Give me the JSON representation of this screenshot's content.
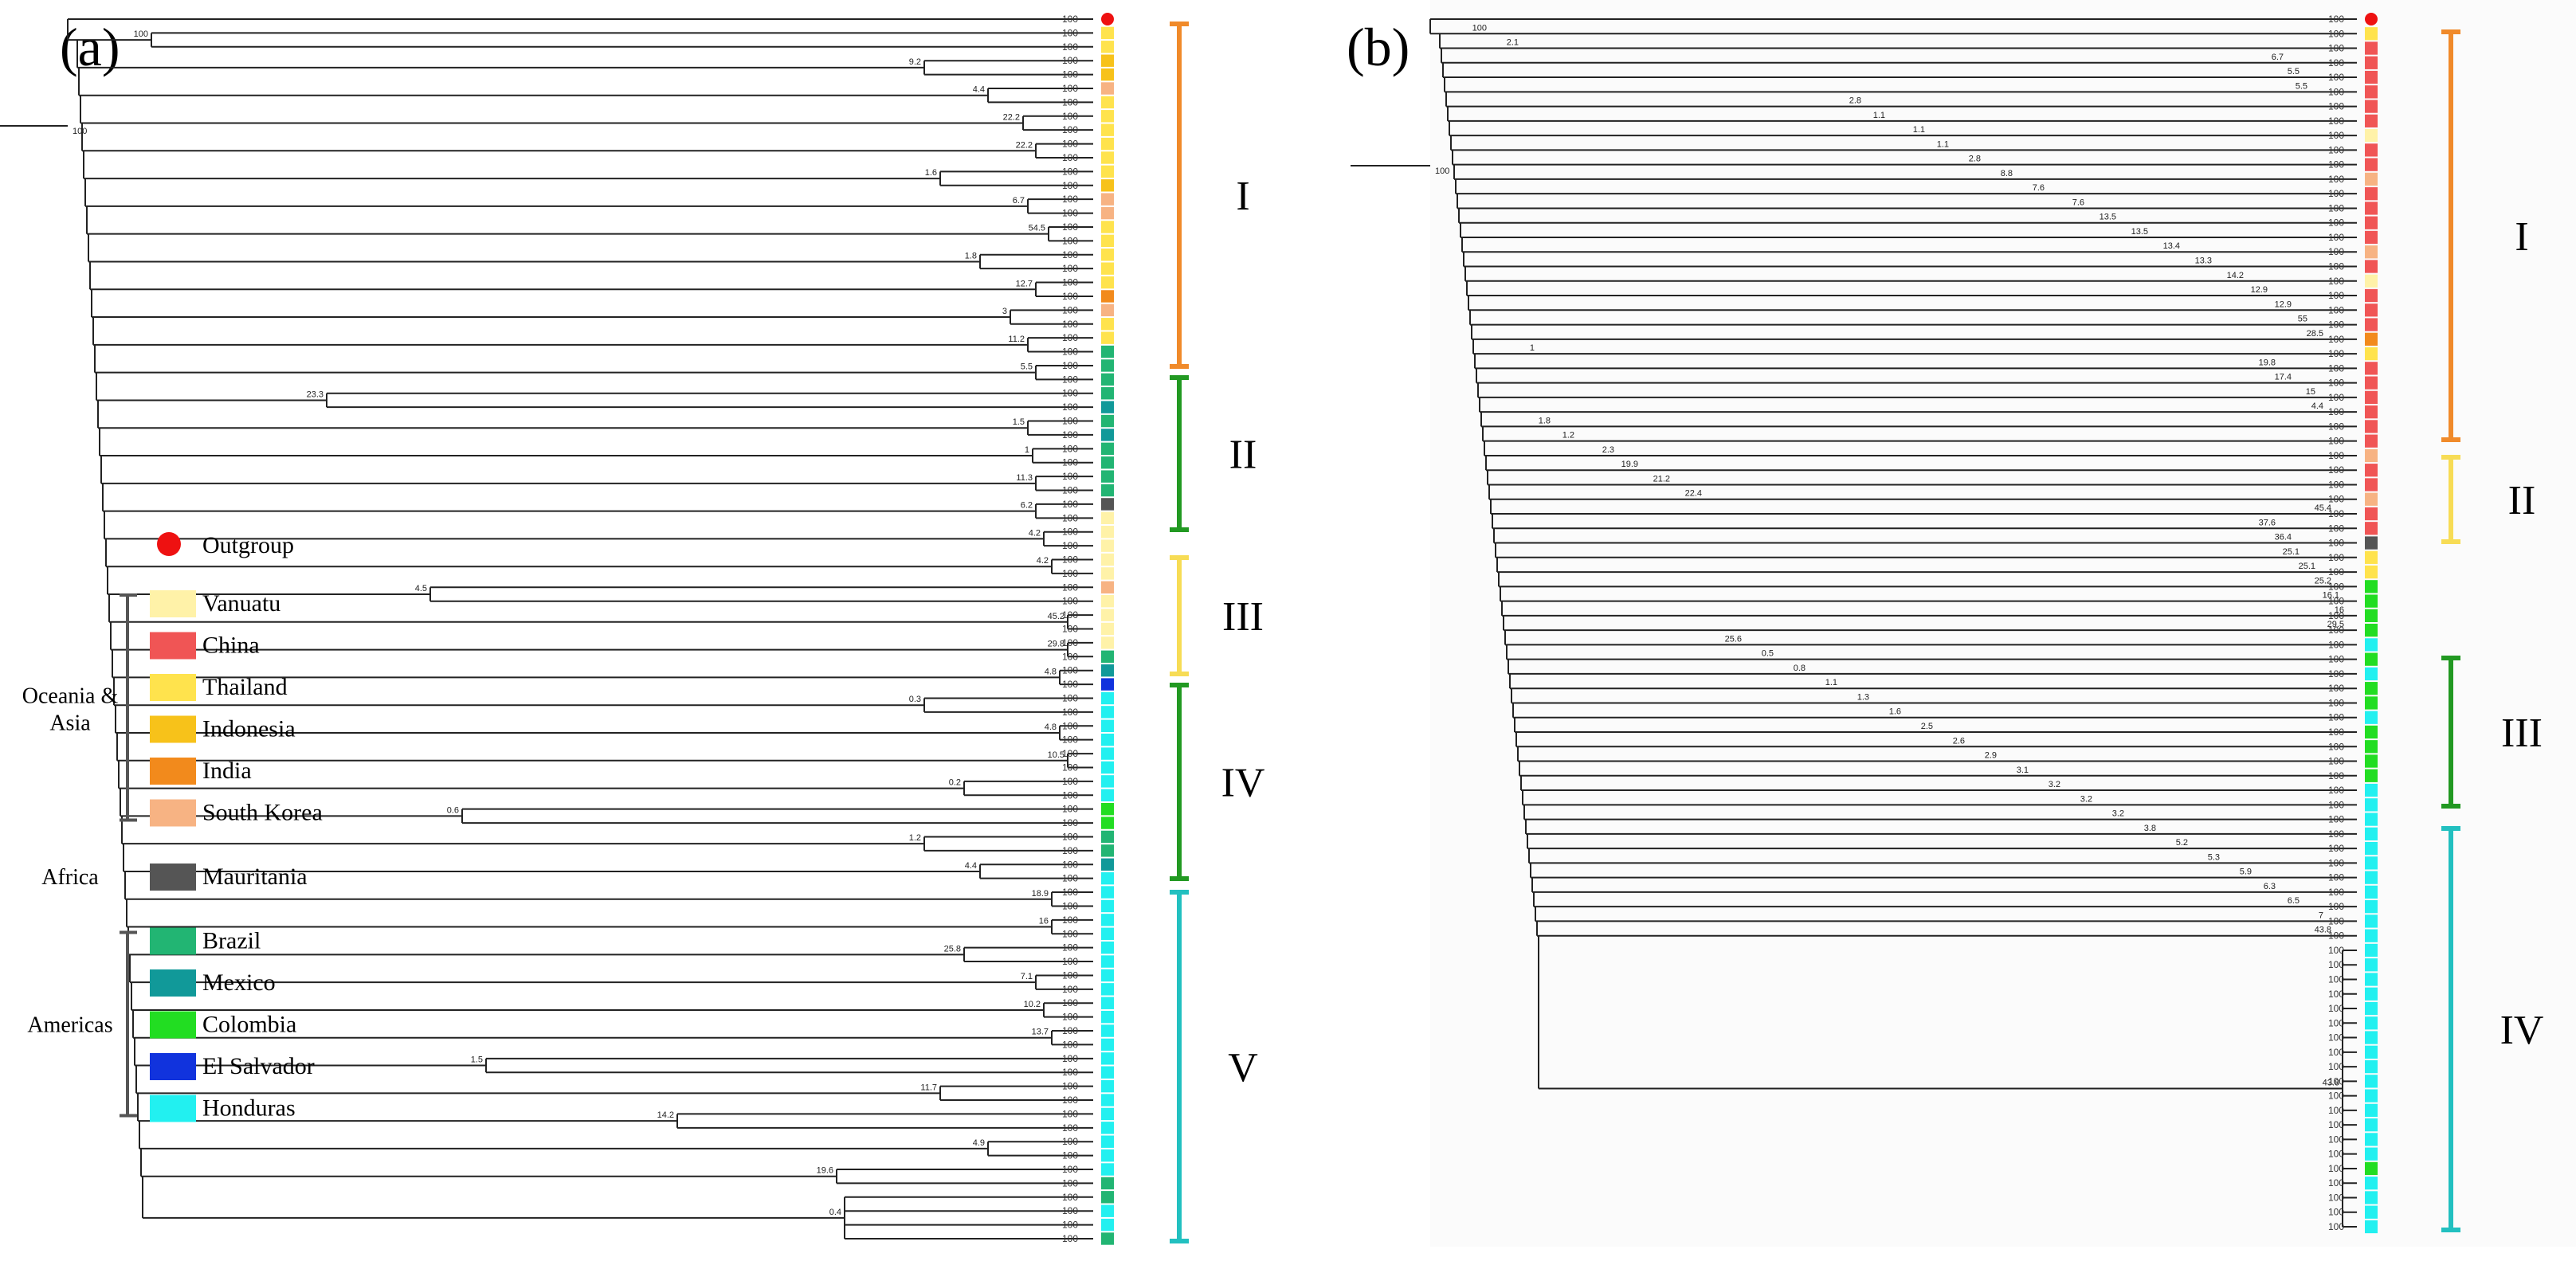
{
  "figure": {
    "panel_a_label": "(a)",
    "panel_b_label": "(b)"
  },
  "legend": {
    "outgroup": {
      "label": "Outgroup",
      "color": "#ee1111"
    },
    "groups": [
      {
        "name": "Oceania &",
        "name2": "Asia",
        "entries": [
          {
            "label": "Vanuatu",
            "color": "#fff2a8"
          },
          {
            "label": "China",
            "color": "#f05555"
          },
          {
            "label": "Thailand",
            "color": "#ffe34d"
          },
          {
            "label": "Indonesia",
            "color": "#f7c21a"
          },
          {
            "label": "India",
            "color": "#f28a1c"
          },
          {
            "label": "South Korea",
            "color": "#f7b383"
          }
        ]
      },
      {
        "name": "Africa",
        "name2": "",
        "entries": [
          {
            "label": "Mauritania",
            "color": "#555555"
          }
        ]
      },
      {
        "name": "Americas",
        "name2": "",
        "entries": [
          {
            "label": "Brazil",
            "color": "#22b573"
          },
          {
            "label": "Mexico",
            "color": "#119999"
          },
          {
            "label": "Colombia",
            "color": "#22dd22"
          },
          {
            "label": "El Salvador",
            "color": "#1133dd"
          },
          {
            "label": "Honduras",
            "color": "#22f0f0"
          }
        ]
      }
    ]
  },
  "tree_a": {
    "tip_label": "100",
    "clades": [
      {
        "label": "I",
        "color": "#f08a2a"
      },
      {
        "label": "II",
        "color": "#229922"
      },
      {
        "label": "III",
        "color": "#f7dc55"
      },
      {
        "label": "IV",
        "color": "#229922"
      },
      {
        "label": "V",
        "color": "#22c0c0"
      }
    ],
    "tip_colors": [
      "outgroup",
      "Thailand",
      "Thailand",
      "Indonesia",
      "Indonesia",
      "South Korea",
      "Thailand",
      "Thailand",
      "Thailand",
      "Thailand",
      "Thailand",
      "Thailand",
      "Indonesia",
      "South Korea",
      "South Korea",
      "Thailand",
      "Thailand",
      "Thailand",
      "Thailand",
      "Thailand",
      "India",
      "South Korea",
      "Thailand",
      "Thailand",
      "Brazil",
      "Brazil",
      "Brazil",
      "Brazil",
      "Mexico",
      "Brazil",
      "Mexico",
      "Brazil",
      "Brazil",
      "Brazil",
      "Brazil",
      "Mauritania",
      "Vanuatu",
      "Vanuatu",
      "Vanuatu",
      "Vanuatu",
      "Vanuatu",
      "South Korea",
      "Vanuatu",
      "Vanuatu",
      "Vanuatu",
      "Vanuatu",
      "Brazil",
      "Mexico",
      "El Salvador",
      "Honduras",
      "Honduras",
      "Honduras",
      "Honduras",
      "Honduras",
      "Honduras",
      "Honduras",
      "Honduras",
      "Colombia",
      "Colombia",
      "Brazil",
      "Brazil",
      "Mexico",
      "Honduras",
      "Honduras",
      "Honduras",
      "Honduras",
      "Honduras",
      "Honduras",
      "Honduras",
      "Honduras",
      "Honduras",
      "Honduras",
      "Honduras",
      "Honduras",
      "Honduras",
      "Honduras",
      "Honduras",
      "Honduras",
      "Honduras",
      "Honduras",
      "Honduras",
      "Honduras",
      "Honduras",
      "Honduras",
      "Brazil",
      "Brazil",
      "Honduras",
      "Honduras",
      "Brazil"
    ],
    "node_labels": [
      "100",
      "9.2",
      "4.4",
      "22.2",
      "22.2",
      "1.6",
      "6.7",
      "54.5",
      "1.8",
      "12.7",
      "3",
      "11.2",
      "5.5",
      "23.3",
      "1.5",
      "1",
      "11.3",
      "6.2",
      "4.2",
      "4.2",
      "4.5",
      "45.2",
      "29.8",
      "4.8",
      "0.3",
      "4.8",
      "10.5",
      "0.2",
      "0.6",
      "1.2",
      "4.4",
      "18.9",
      "16",
      "25.8",
      "7.1",
      "10.2",
      "13.7",
      "1.5",
      "11.7",
      "14.2",
      "4.9",
      "19.6",
      "0.4"
    ]
  },
  "tree_b": {
    "tip_label": "100",
    "clades": [
      {
        "label": "I",
        "color": "#f08a2a"
      },
      {
        "label": "II",
        "color": "#f7dc55"
      },
      {
        "label": "III",
        "color": "#229922"
      },
      {
        "label": "IV",
        "color": "#22c0c0"
      }
    ],
    "tip_colors": [
      "outgroup",
      "Thailand",
      "China",
      "China",
      "China",
      "China",
      "China",
      "China",
      "Vanuatu",
      "China",
      "China",
      "South Korea",
      "China",
      "China",
      "China",
      "China",
      "South Korea",
      "China",
      "Vanuatu",
      "China",
      "China",
      "China",
      "India",
      "Thailand",
      "China",
      "China",
      "China",
      "China",
      "China",
      "China",
      "South Korea",
      "China",
      "China",
      "South Korea",
      "China",
      "China",
      "Mauritania",
      "Thailand",
      "Thailand",
      "Colombia",
      "Colombia",
      "Colombia",
      "Colombia",
      "Honduras",
      "Colombia",
      "Honduras",
      "Colombia",
      "Colombia",
      "Honduras",
      "Colombia",
      "Colombia",
      "Colombia",
      "Colombia",
      "Honduras",
      "Honduras",
      "Honduras",
      "Honduras",
      "Honduras",
      "Honduras",
      "Honduras",
      "Honduras",
      "Honduras",
      "Honduras",
      "Honduras",
      "Honduras",
      "Honduras",
      "Honduras",
      "Honduras",
      "Honduras",
      "Honduras",
      "Honduras",
      "Honduras",
      "Honduras",
      "Honduras",
      "Honduras",
      "Honduras",
      "Honduras",
      "Honduras",
      "Honduras",
      "Colombia",
      "Honduras",
      "Honduras",
      "Honduras",
      "Honduras"
    ],
    "node_labels": [
      "100",
      "2.1",
      "6.7",
      "5.5",
      "5.5",
      "2.8",
      "1.1",
      "1.1",
      "1.1",
      "2.8",
      "8.8",
      "7.6",
      "7.6",
      "13.5",
      "13.5",
      "13.4",
      "13.3",
      "14.2",
      "12.9",
      "12.9",
      "55",
      "28.5",
      "1",
      "19.8",
      "17.4",
      "15",
      "4.4",
      "1.8",
      "1.2",
      "2.3",
      "19.9",
      "21.2",
      "22.4",
      "45.4",
      "37.6",
      "36.4",
      "25.1",
      "25.1",
      "25.2",
      "16.1",
      "16",
      "29.5",
      "25.6",
      "0.5",
      "0.8",
      "1.1",
      "1.3",
      "1.6",
      "2.5",
      "2.6",
      "2.9",
      "3.1",
      "3.2",
      "3.2",
      "3.2",
      "3.8",
      "5.2",
      "5.3",
      "5.9",
      "6.3",
      "6.5",
      "7",
      "43.8",
      "43.8"
    ]
  }
}
